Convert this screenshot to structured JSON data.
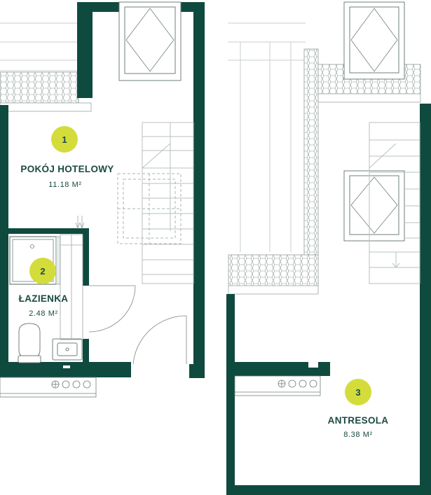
{
  "rooms": [
    {
      "number": "1",
      "name": "POKÓJ HOTELOWY",
      "area": "11.18 M²"
    },
    {
      "number": "2",
      "name": "ŁAZIENKA",
      "area": "2.48 M²"
    },
    {
      "number": "3",
      "name": "ANTRESOLA",
      "area": "8.38 M²"
    }
  ],
  "colors": {
    "wall": "#0f4a3f",
    "badge": "#d4dc3c",
    "line": "#9aa6a3"
  }
}
